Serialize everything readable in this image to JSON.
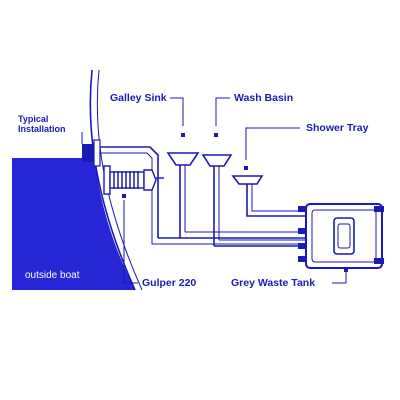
{
  "colors": {
    "blue": "#1a1ab4",
    "hull_fill": "#2626d6",
    "white": "#ffffff"
  },
  "labels": {
    "typical_installation": [
      "Typical",
      "Installation"
    ],
    "galley_sink": "Galley Sink",
    "wash_basin": "Wash Basin",
    "shower_tray": "Shower Tray",
    "outside_boat": "outside boat",
    "gulper": "Gulper 220",
    "grey_waste_tank": "Grey Waste Tank"
  }
}
